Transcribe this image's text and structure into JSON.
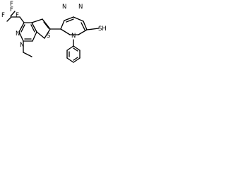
{
  "labels": {
    "cf3_carbon": "F",
    "cf3_f_top": "F",
    "cf3_f_left": "F",
    "cf3_f_right": "F",
    "thiophene_s": "S",
    "pyrazole_n_top": "N",
    "pyrazole_n_bottom": "N",
    "triazole_n_left": "N",
    "triazole_n_right": "N",
    "triazole_n4": "N",
    "thiol": "SH"
  }
}
